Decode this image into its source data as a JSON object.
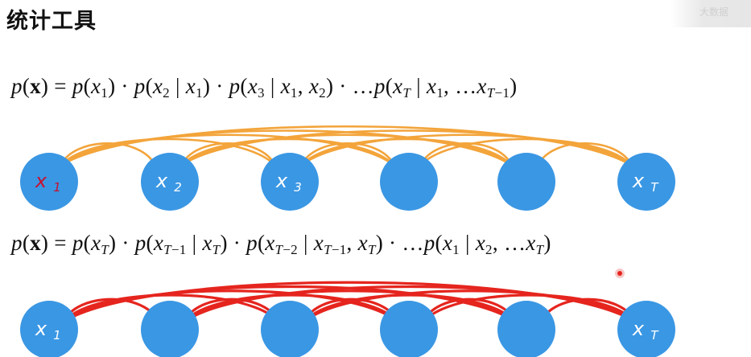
{
  "title": "统计工具",
  "watermark": "大数据",
  "formula_forward": {
    "lhs": "p(x)",
    "rhs": "p(x1) · p(x2 | x1) · p(x3 | x1, x2) · …p(xT | x1, …xT−1)"
  },
  "formula_backward": {
    "lhs": "p(x)",
    "rhs": "p(xT) · p(xT−1 | xT) · p(xT−2 | xT−1, xT) · …p(x1 | x2, …xT)"
  },
  "top_nodes": {
    "labels": [
      "x",
      "x",
      "x",
      "",
      "",
      "x"
    ],
    "subscripts": [
      "1",
      "2",
      "3",
      "",
      "",
      "T"
    ]
  },
  "bottom_nodes": {
    "labels": [
      "x",
      "",
      "",
      "",
      "",
      "x"
    ],
    "subscripts": [
      "1",
      "",
      "",
      "",
      "",
      "T"
    ]
  },
  "colors": {
    "node_fill": "#3a97e4",
    "forward_arrows": "#f3a43a",
    "backward_arrows": "#e5251e",
    "first_label": "#c8102e",
    "label": "#ffffff"
  }
}
